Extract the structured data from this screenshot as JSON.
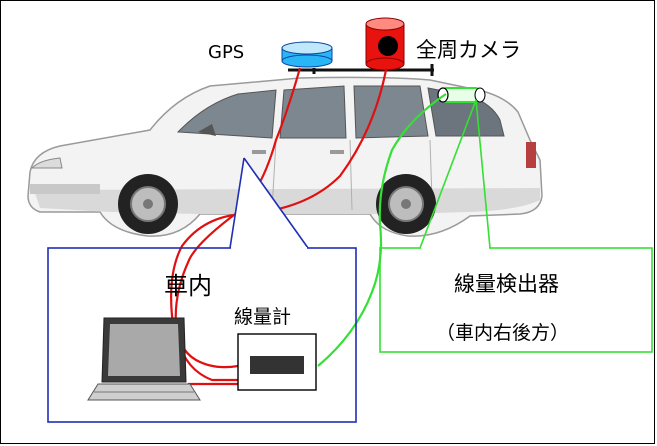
{
  "labels": {
    "gps": "GPS",
    "camera": "全周カメラ",
    "interior": "車内",
    "dosimeter": "線量計",
    "detector": "線量検出器",
    "detector_position": "（車内右後方）"
  },
  "colors": {
    "gps_device": "#29b6f6",
    "camera_device": "#e8130f",
    "red_cable": "#e11010",
    "green_cable": "#33e033",
    "interior_box": "#1f2fb8",
    "detector_box": "#33e033",
    "car_body": "#f2f2f2"
  },
  "icons": {
    "gps": "gps-antenna-icon",
    "camera": "omnidirectional-camera-icon",
    "laptop": "laptop-icon",
    "dosimeter": "dosimeter-icon",
    "detector": "detector-capsule-icon",
    "car": "station-wagon-car"
  }
}
